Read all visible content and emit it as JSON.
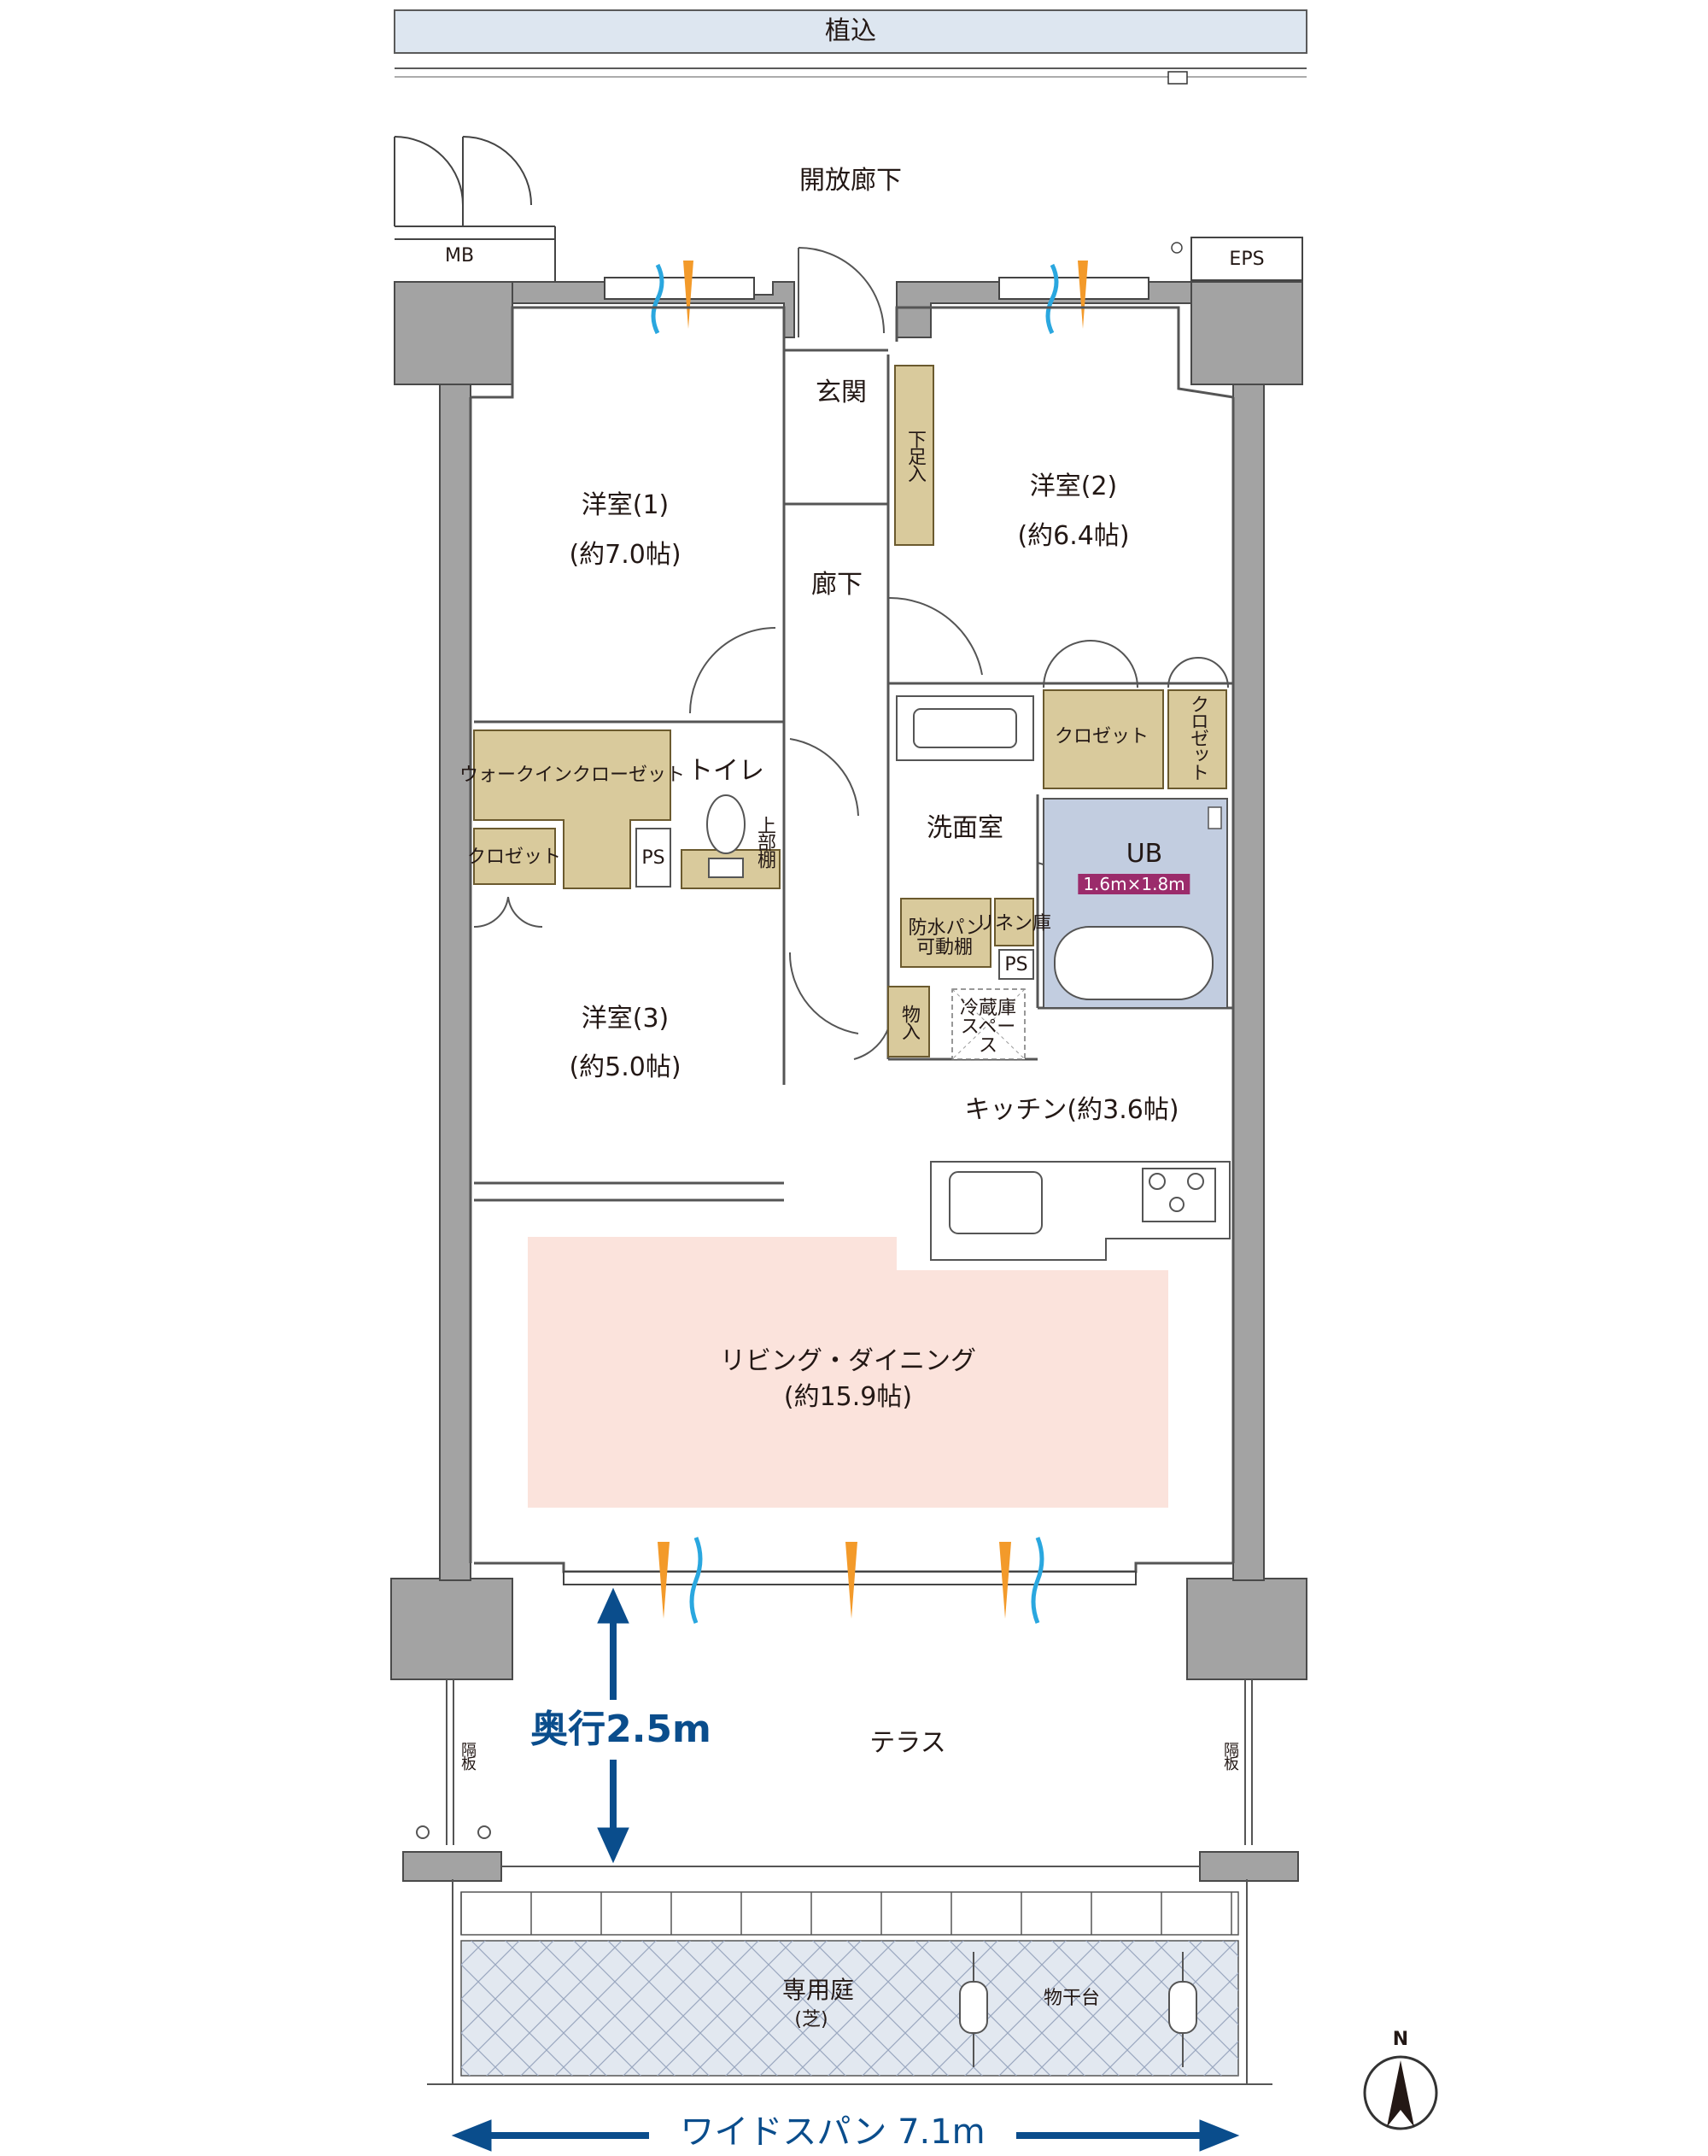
{
  "labels": {
    "planting": "植込",
    "open_corridor": "開放廊下",
    "mb": "MB",
    "eps": "EPS",
    "entrance": "玄関",
    "shoe_storage": "下足入",
    "hallway": "廊下",
    "room1_name": "洋室(1)",
    "room1_size": "(約7.0帖)",
    "room2_name": "洋室(2)",
    "room2_size": "(約6.4帖)",
    "room3_name": "洋室(3)",
    "room3_size": "(約5.0帖)",
    "walkin_closet": "ウォークインクローゼット",
    "closet": "クロゼット",
    "closet_room2": "クロゼット",
    "closet_vertical": "クロゼット",
    "toilet": "トイレ",
    "upper_shelf": "上部棚",
    "ps_toilet": "PS",
    "ps_wash": "PS",
    "washroom": "洗面室",
    "ub": "UB",
    "ub_size": "1.6m×1.8m",
    "waterproof_pan": "防水パン",
    "adjustable_shelf": "可動棚",
    "linen": "リネン庫",
    "storage": "物入",
    "fridge_space": "冷蔵庫スペース",
    "kitchen": "キッチン(約3.6帖)",
    "living_dining": "リビング・ダイニング",
    "living_dining_size": "(約15.9帖)",
    "terrace": "テラス",
    "depth_label": "奥行2.5m",
    "partition_left": "隔板",
    "partition_right": "隔板",
    "private_garden": "専用庭",
    "private_garden_sub": "(芝)",
    "drying_stand": "物干台",
    "wide_span": "ワイドスパン 7.1m",
    "compass_n": "N"
  },
  "colors": {
    "wall": "#a3a3a3",
    "wall_stroke": "#4a4a4a",
    "storage_fill": "#d9ca9c",
    "storage_stroke": "#6b5a2e",
    "ub_fill": "#c2cde0",
    "ub_tag": "#9b2b6b",
    "living_fill": "#fbe3dc",
    "planting_fill": "#dde6f0",
    "garden_fill": "#e2e8f0",
    "arrow_blue": "#0a4d8c",
    "vent_orange": "#f39a2a",
    "vent_blue": "#2aa7df"
  }
}
